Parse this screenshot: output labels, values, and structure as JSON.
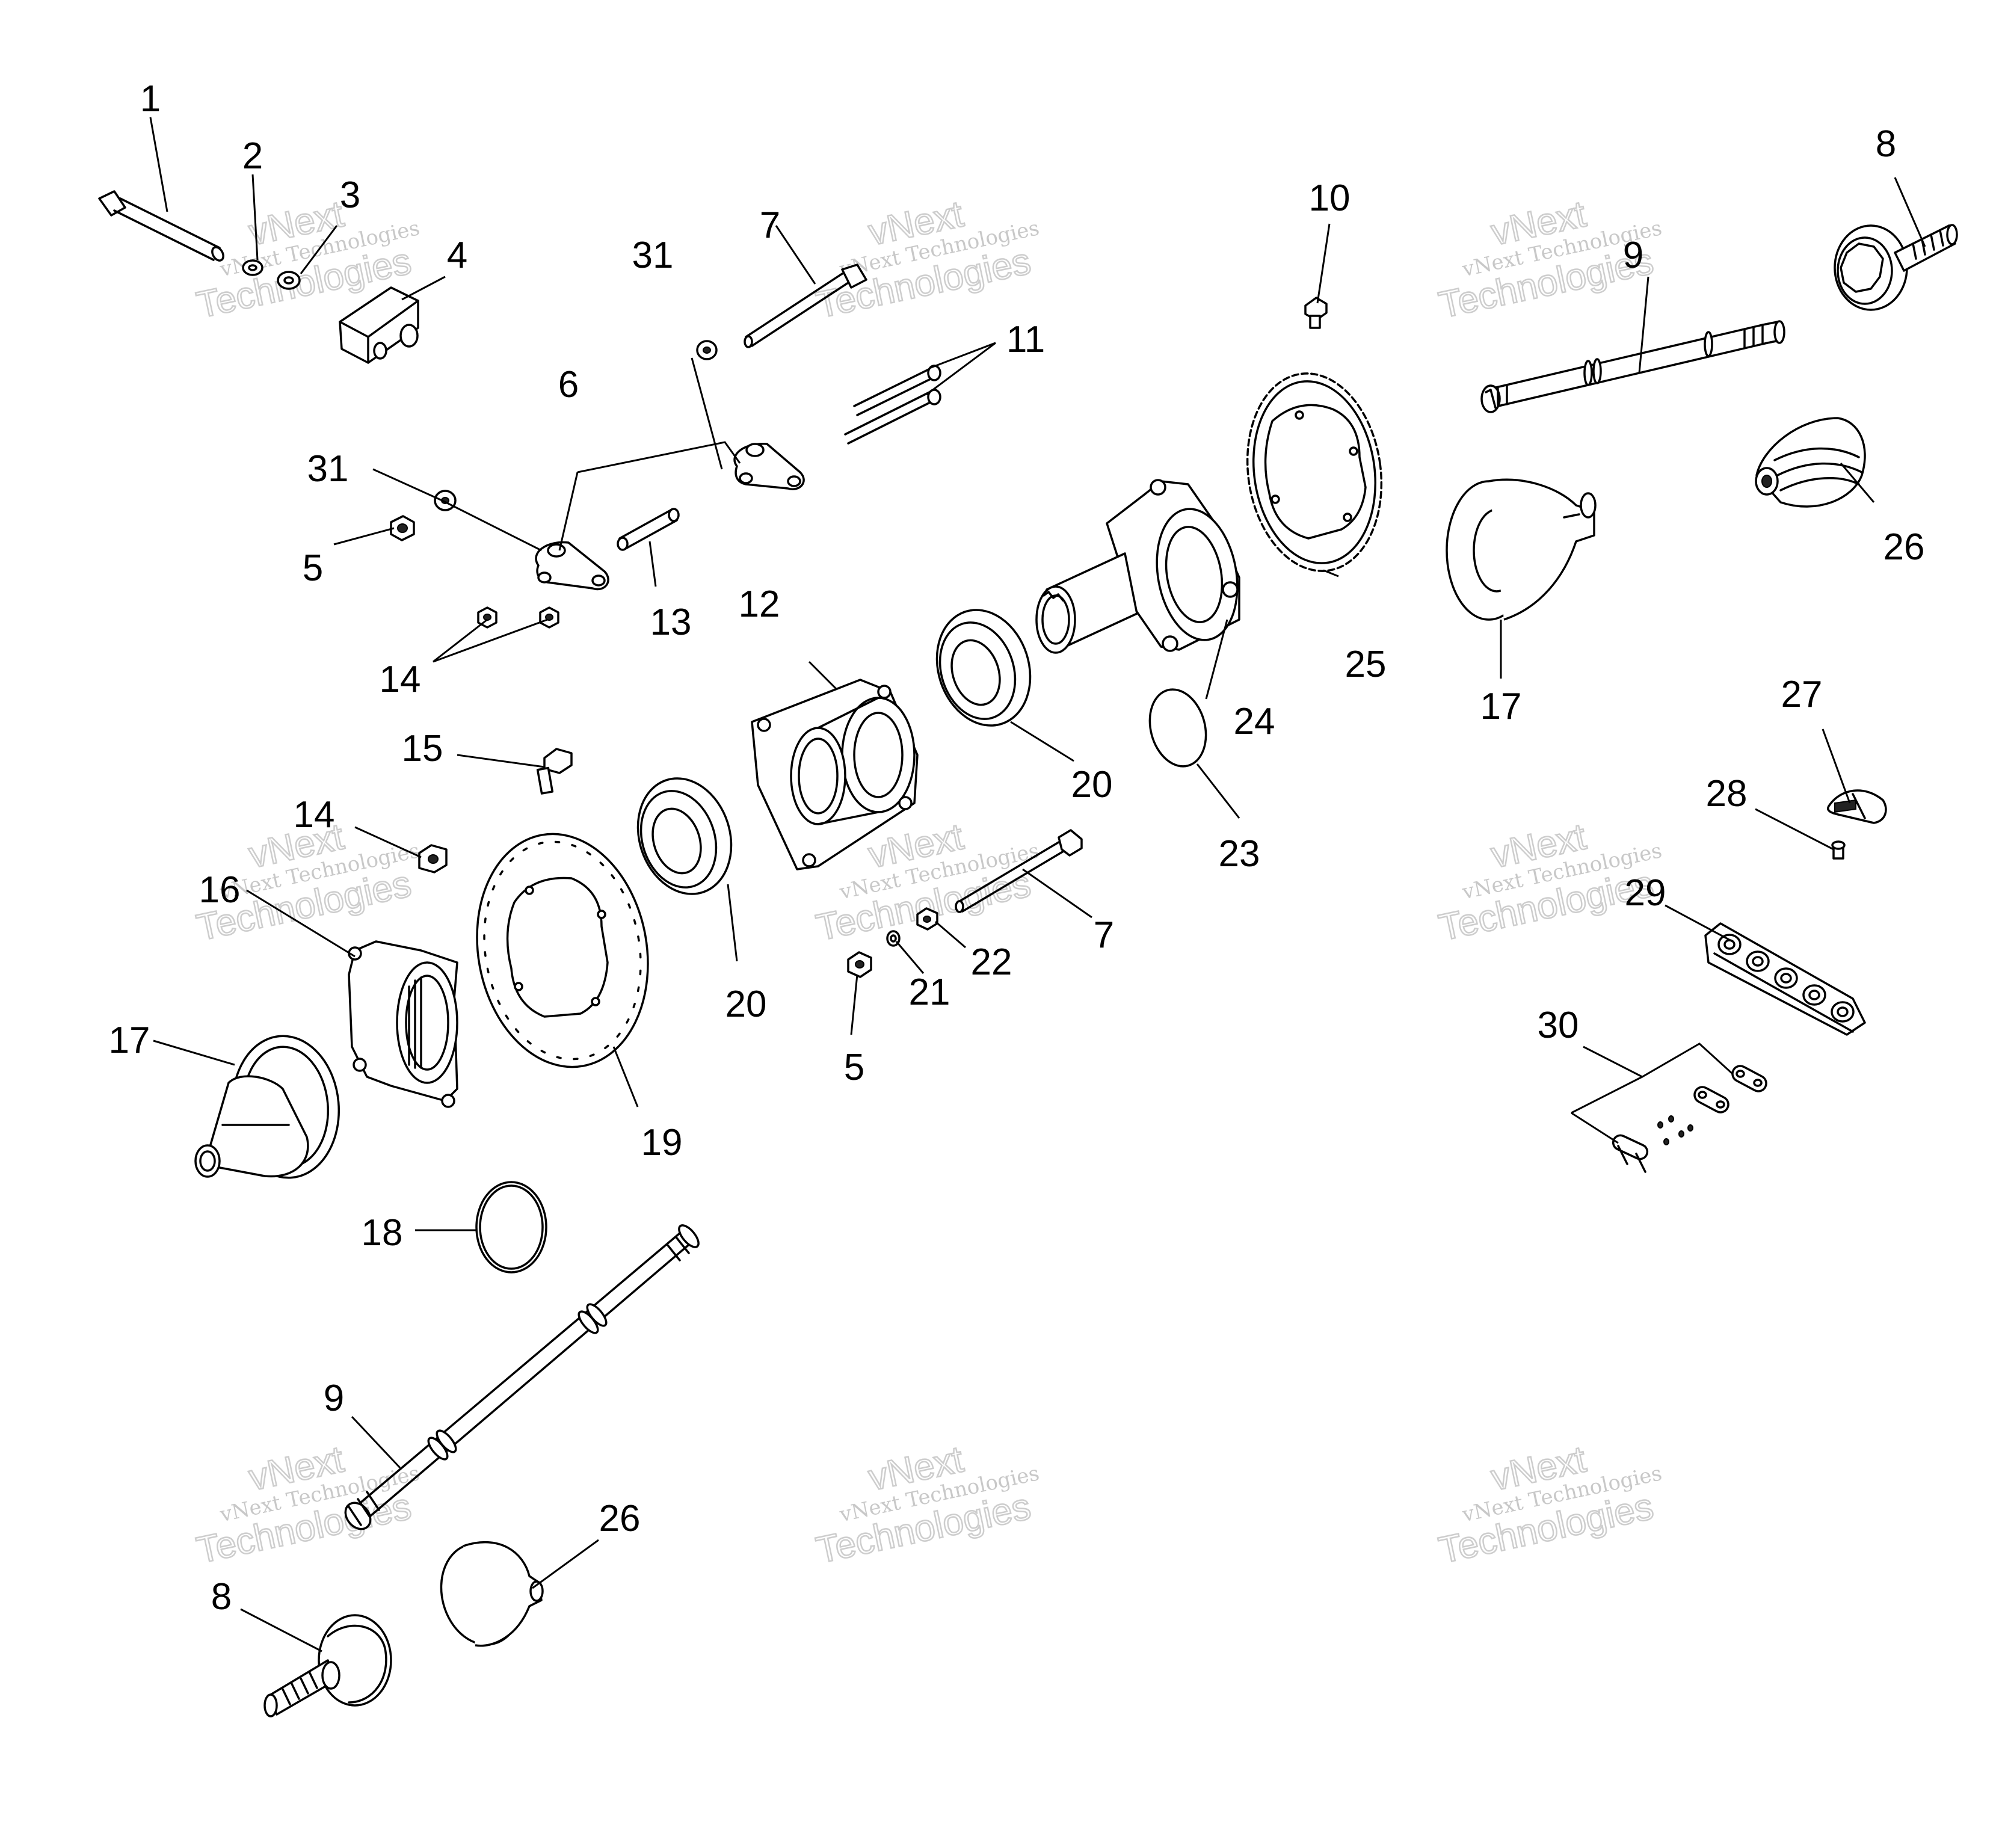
{
  "watermark": {
    "top_text": "vNext",
    "line_text": "vNext Technologies",
    "big_text": "Technologies"
  },
  "callouts": {
    "c1": "1",
    "c2": "2",
    "c3": "3",
    "c4": "4",
    "c5a": "5",
    "c5b": "5",
    "c6": "6",
    "c7a": "7",
    "c7b": "7",
    "c8a": "8",
    "c8b": "8",
    "c9a": "9",
    "c9b": "9",
    "c10": "10",
    "c11": "11",
    "c12": "12",
    "c13": "13",
    "c14a": "14",
    "c14b": "14",
    "c15": "15",
    "c16": "16",
    "c17a": "17",
    "c17b": "17",
    "c18": "18",
    "c19": "19",
    "c20a": "20",
    "c20b": "20",
    "c21": "21",
    "c22": "22",
    "c23": "23",
    "c24": "24",
    "c25": "25",
    "c26a": "26",
    "c26b": "26",
    "c27": "27",
    "c28": "28",
    "c29": "29",
    "c30": "30",
    "c31a": "31",
    "c31b": "31"
  }
}
